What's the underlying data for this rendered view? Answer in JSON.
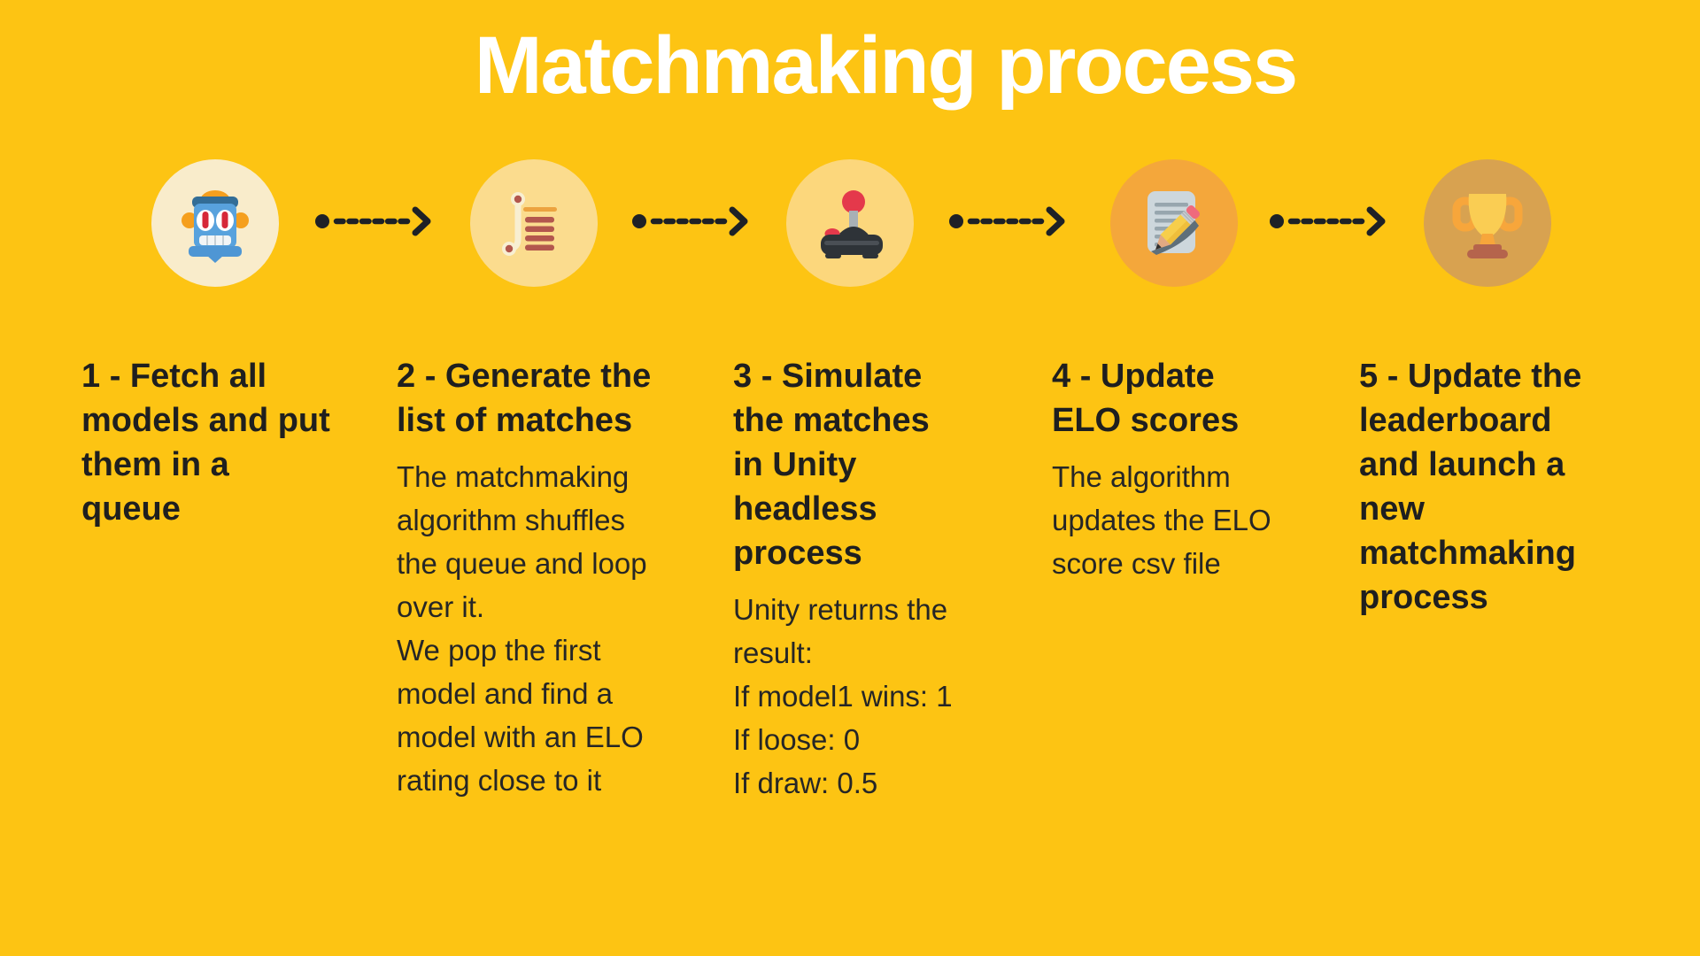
{
  "title": "Matchmaking process",
  "colors": {
    "background": "#FDC413",
    "title_text": "#FFFFFF",
    "heading_text": "#1F1F1F",
    "body_text": "#262626",
    "arrow": "#1E2126",
    "step_circle_colors": [
      "#F9ECCB",
      "#FBDC8E",
      "#FCD77C",
      "#F4A73B",
      "#D8A250"
    ]
  },
  "steps": [
    {
      "icon": "robot-icon",
      "heading": "1 - Fetch all\nmodels and put\nthem in a\nqueue",
      "body": ""
    },
    {
      "icon": "scroll-list-icon",
      "heading": "2 - Generate the\nlist of matches",
      "body": "The matchmaking\nalgorithm shuffles\nthe queue and loop\nover it.\nWe pop the first\nmodel and find a\nmodel with an ELO\nrating close to it"
    },
    {
      "icon": "joystick-icon",
      "heading": "3 - Simulate\nthe matches\nin Unity\nheadless\nprocess",
      "body": "Unity returns the\nresult:\nIf model1 wins: 1\nIf loose: 0\nIf draw: 0.5"
    },
    {
      "icon": "memo-pencil-icon",
      "heading": "4 - Update\nELO scores",
      "body": "The algorithm\nupdates the ELO\nscore csv file"
    },
    {
      "icon": "trophy-icon",
      "heading": "5 - Update the\nleaderboard\nand launch a\nnew\nmatchmaking\nprocess",
      "body": ""
    }
  ]
}
